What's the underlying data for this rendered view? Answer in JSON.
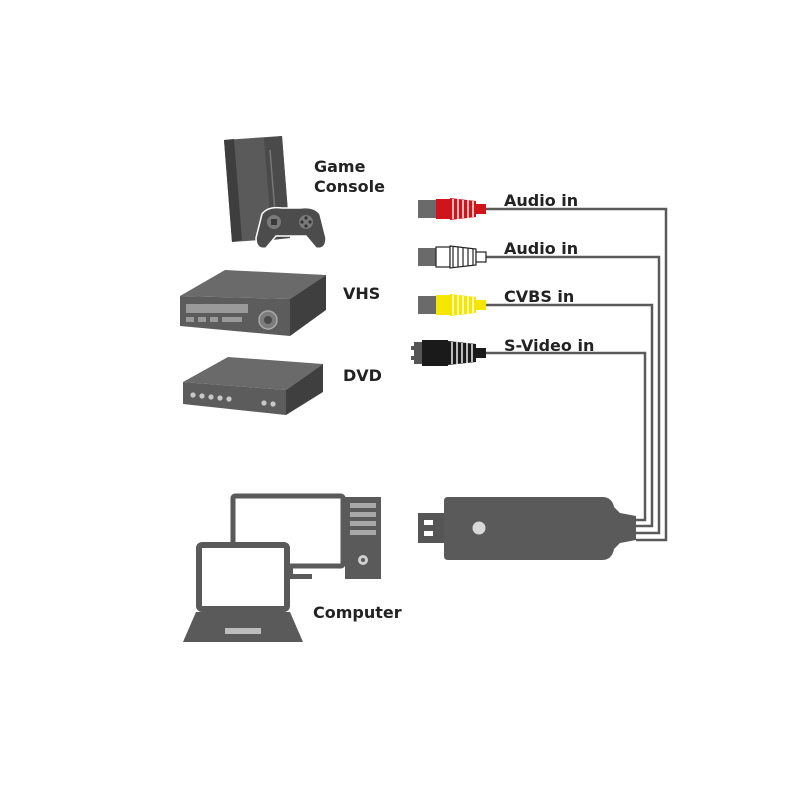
{
  "devices": {
    "game_console": {
      "line1": "Game",
      "line2": "Console"
    },
    "vhs": {
      "label": "VHS"
    },
    "dvd": {
      "label": "DVD"
    },
    "computer": {
      "label": "Computer"
    }
  },
  "inputs": [
    {
      "label": "Audio in",
      "plug_color": "#d0141c"
    },
    {
      "label": "Audio in",
      "plug_color": "#ffffff"
    },
    {
      "label": "CVBS in",
      "plug_color": "#f5e600"
    },
    {
      "label": "S-Video in",
      "plug_color": "#1a1a1a"
    }
  ],
  "colors": {
    "device_dark": "#4a4a4a",
    "device_mid": "#5e5e5e",
    "device_light": "#8a8a8a",
    "cable": "#5a5a5a"
  }
}
